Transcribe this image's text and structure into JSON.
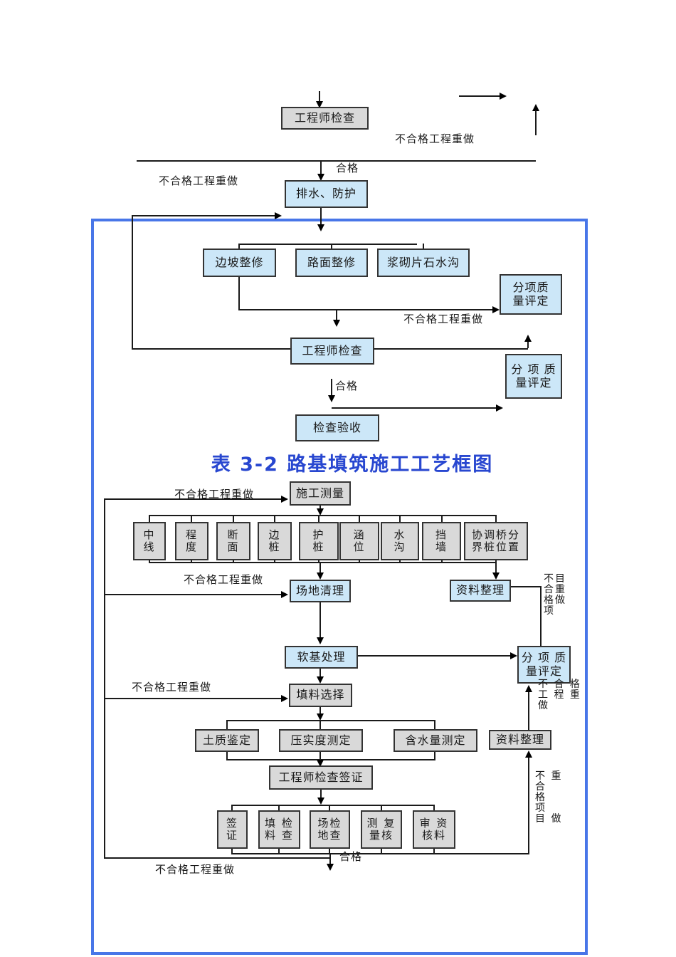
{
  "title": "表 3-2  路基填筑施工工艺框图",
  "colors": {
    "frame_blue": "#4876e8",
    "node_blue_fill": "#cce7f8",
    "node_gray_fill": "#d9d9d9",
    "title_blue": "#2847d0",
    "line_black": "#1a1a1a"
  },
  "nodes": {
    "engineer_check_1": "工程师检查",
    "drainage": "排水、防护",
    "slope_repair": "边坡整修",
    "pavement_repair": "路面整修",
    "masonry_ditch": "浆砌片石水沟",
    "quality_eval_1": "分项质\n量评定",
    "engineer_check_2": "工程师检查",
    "quality_eval_2": "分 项 质\n量评定",
    "inspection_accept": "检查验收",
    "survey": "施工测量",
    "center_line": "中\n线",
    "grade": "程\n度",
    "section": "断\n面",
    "edge_stake": "边\n桩",
    "guard_stake": "护\n桩",
    "culvert_pos": "涵\n位",
    "ditch": "水\n沟",
    "retaining_wall": "挡\n墙",
    "bridge_boundary": "协调桥分\n界桩位置",
    "site_clearing": "场地清理",
    "data_sorting_1": "资料整理",
    "soft_base": "软基处理",
    "quality_eval_3": "分 项 质\n量评定",
    "fill_selection": "填料选择",
    "soil_test": "土质鉴定",
    "compaction_test": "压实度测定",
    "water_content_test": "含水量测定",
    "data_sorting_2": "资料整理",
    "engineer_sign": "工程师检查签证",
    "sign": "签\n证",
    "fill_material_check": "填 检\n料 查",
    "site_check": "场检\n地查",
    "measure_recheck": "测 复\n量核",
    "audit_data": "审 资\n核料"
  },
  "labels": {
    "pass1": "合格",
    "pass2": "合格",
    "pass3": "合格",
    "rework1": "不合格工程重做",
    "rework2": "不合格工程重做",
    "rework3": "不合格工程重做",
    "rework4": "不合格工程重做",
    "rework5": "不合格工程重做",
    "rework6": "不合格工程重做",
    "rework7": "不合格工程重做",
    "rework_vert1": "不目\n合重\n格做\n项",
    "rework_vert2": "不 合 格\n工 程 重\n做",
    "rework_vert3": "不 重\n合\n格\n项\n目 做"
  }
}
